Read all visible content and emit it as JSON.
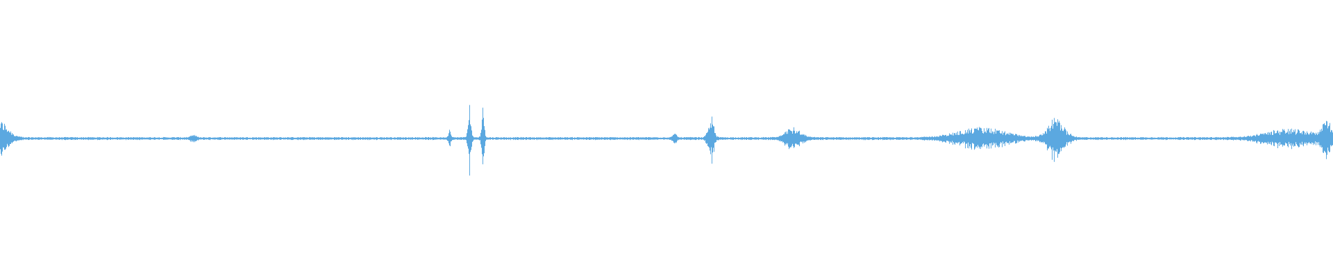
{
  "waveform": {
    "color": "#5ba8e0",
    "background": "#ffffff",
    "bursts": [
      {
        "t": 0.0,
        "width": 0.012,
        "amp": 0.13
      },
      {
        "t": 0.145,
        "width": 0.004,
        "amp": 0.02
      },
      {
        "t": 0.337,
        "width": 0.002,
        "amp": 0.06
      },
      {
        "t": 0.352,
        "width": 0.002,
        "amp": 0.28
      },
      {
        "t": 0.362,
        "width": 0.002,
        "amp": 0.24
      },
      {
        "t": 0.506,
        "width": 0.003,
        "amp": 0.03
      },
      {
        "t": 0.533,
        "width": 0.004,
        "amp": 0.18
      },
      {
        "t": 0.595,
        "width": 0.011,
        "amp": 0.08
      },
      {
        "t": 0.736,
        "width": 0.035,
        "amp": 0.08
      },
      {
        "t": 0.792,
        "width": 0.012,
        "amp": 0.15
      },
      {
        "t": 0.968,
        "width": 0.035,
        "amp": 0.07
      },
      {
        "t": 0.995,
        "width": 0.006,
        "amp": 0.14
      }
    ],
    "noise_floor": 0.006
  }
}
